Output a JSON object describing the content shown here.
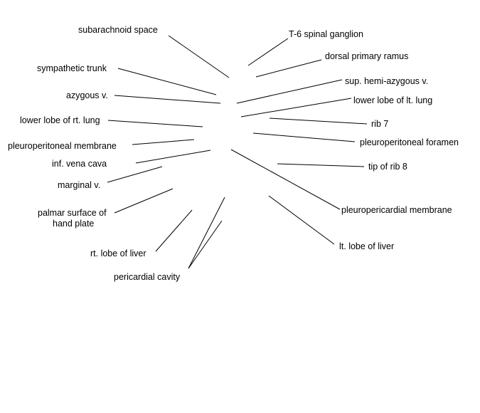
{
  "labels": [
    {
      "id": "subarachnoid",
      "text": "subarachnoid space"
    },
    {
      "id": "t6",
      "text": "T-6 spinal ganglion"
    },
    {
      "id": "dorsal",
      "text": "dorsal primary ramus"
    },
    {
      "id": "sympathetic",
      "text": "sympathetic trunk"
    },
    {
      "id": "suphemi",
      "text": "sup. hemi-azygous v."
    },
    {
      "id": "azygous",
      "text": "azygous v."
    },
    {
      "id": "lowerlt",
      "text": "lower lobe of lt. lung"
    },
    {
      "id": "lowerrt",
      "text": "lower lobe of rt. lung"
    },
    {
      "id": "rib7",
      "text": "rib 7"
    },
    {
      "id": "pleuroperitonealmem",
      "text": "pleuroperitoneal membrane"
    },
    {
      "id": "pleuroperitonealfor",
      "text": "pleuroperitoneal foramen"
    },
    {
      "id": "infvena",
      "text": "inf. vena cava"
    },
    {
      "id": "rib8",
      "text": "tip of rib 8"
    },
    {
      "id": "marginal",
      "text": "marginal v."
    },
    {
      "id": "palmar1",
      "text": "palmar surface of"
    },
    {
      "id": "palmar2",
      "text": "hand plate"
    },
    {
      "id": "pleuropericardial",
      "text": "pleuropericardial membrane"
    },
    {
      "id": "ltliver",
      "text": "lt. lobe of liver"
    },
    {
      "id": "rtliver",
      "text": "rt. lobe of liver"
    },
    {
      "id": "pericardial",
      "text": "pericardial cavity"
    }
  ],
  "colors": {
    "text": "#000000",
    "lines": "#000000",
    "background": "#ffffff"
  }
}
